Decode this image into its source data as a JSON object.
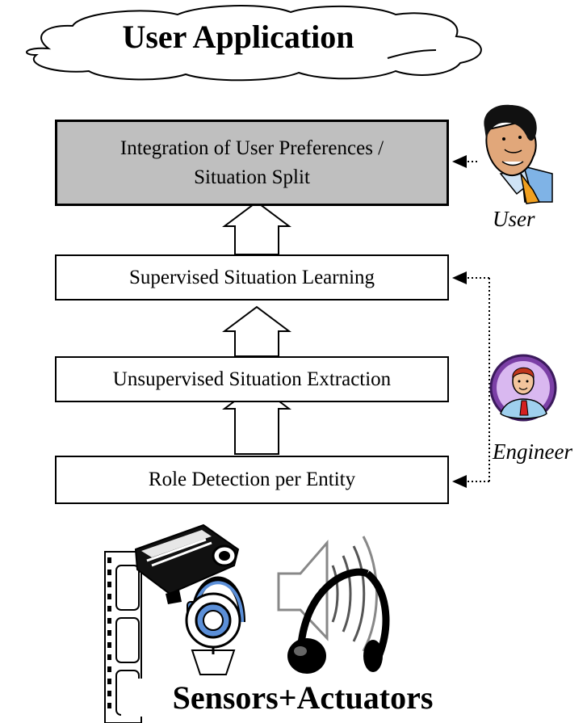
{
  "header": {
    "title": "User Application"
  },
  "layers": {
    "integration": {
      "line1": "Integration of User Preferences /",
      "line2": "Situation Split"
    },
    "supervised": {
      "label": "Supervised Situation Learning"
    },
    "unsupervised": {
      "label": "Unsupervised Situation Extraction"
    },
    "role": {
      "label": "Role Detection per Entity"
    }
  },
  "actors": {
    "user": {
      "caption": "User"
    },
    "engineer": {
      "caption": "Engineer"
    }
  },
  "footer": {
    "title": "Sensors+Actuators"
  }
}
